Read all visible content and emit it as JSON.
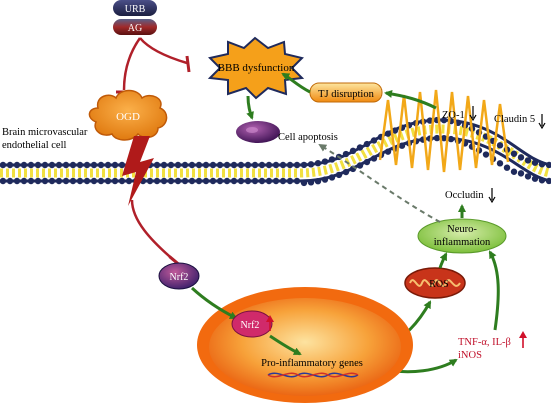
{
  "drugs": {
    "urb": "URB",
    "ag": "AG"
  },
  "nodes": {
    "bbb": "BBB dysfunction",
    "ogd": "OGD",
    "tj": "TJ disruption",
    "apoptosis": "Cell apoptosis",
    "cell_line1": "Brain microvascular",
    "cell_line2": "endothelial cell",
    "zo1": "ZO-1",
    "claudin": "Claudin 5",
    "occludin": "Occludin",
    "neuro1": "Neuro-",
    "neuro2": "inflammation",
    "ros": "ROS",
    "nrf2_cyto": "Nrf2",
    "nrf2_nuc": "Nrf2",
    "genes": "Pro-inflammatory genes",
    "cytokines1": "TNF-α, IL-β",
    "cytokines2": "iNOS"
  },
  "colors": {
    "activation_arrow": "#2e7d1f",
    "inhibition": "#b0202a",
    "up_arrow": "#d0102a",
    "nucleus": "#f26a0f",
    "bbb_star": "#f5a01a",
    "membrane": "#1f2a5c"
  }
}
